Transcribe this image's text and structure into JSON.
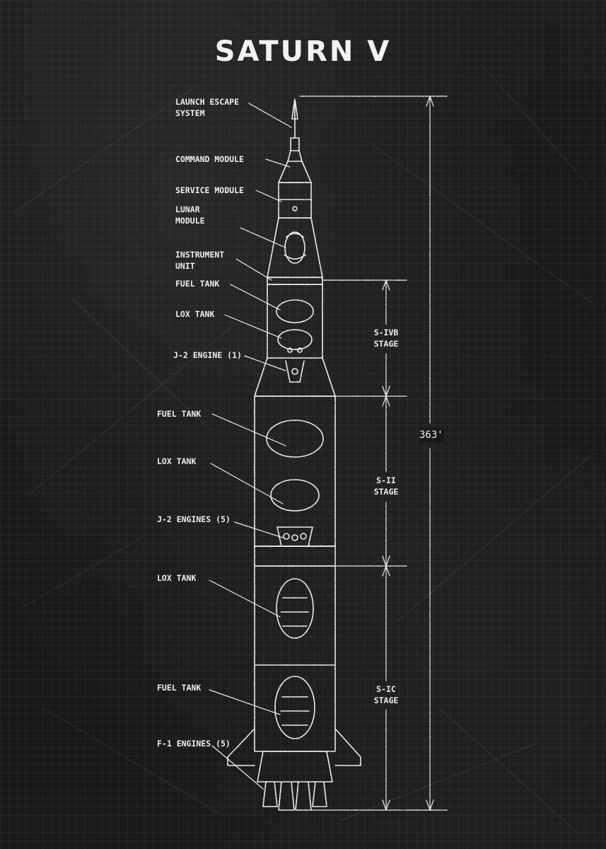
{
  "title": "SATURN V",
  "labels": {
    "les": "LAUNCH ESCAPE\nSYSTEM",
    "cm": "COMMAND MODULE",
    "sm": "SERVICE MODULE",
    "lm": "LUNAR\nMODULE",
    "iu": "INSTRUMENT\nUNIT",
    "fuel_1": "FUEL TANK",
    "lox_1": "LOX TANK",
    "j2_1": "J-2 ENGINE (1)",
    "fuel_2": "FUEL TANK",
    "lox_2": "LOX TANK",
    "j2_5": "J-2 ENGINES (5)",
    "lox_3": "LOX TANK",
    "fuel_3": "FUEL TANK",
    "f1_5": "F-1 ENGINES (5)"
  },
  "stages": {
    "sivb": "S-IVB\nSTAGE",
    "sii": "S-II\nSTAGE",
    "sic": "S-IC\nSTAGE"
  },
  "height": "363'",
  "colors": {
    "chalk": "#ededed",
    "board": "#161616"
  }
}
